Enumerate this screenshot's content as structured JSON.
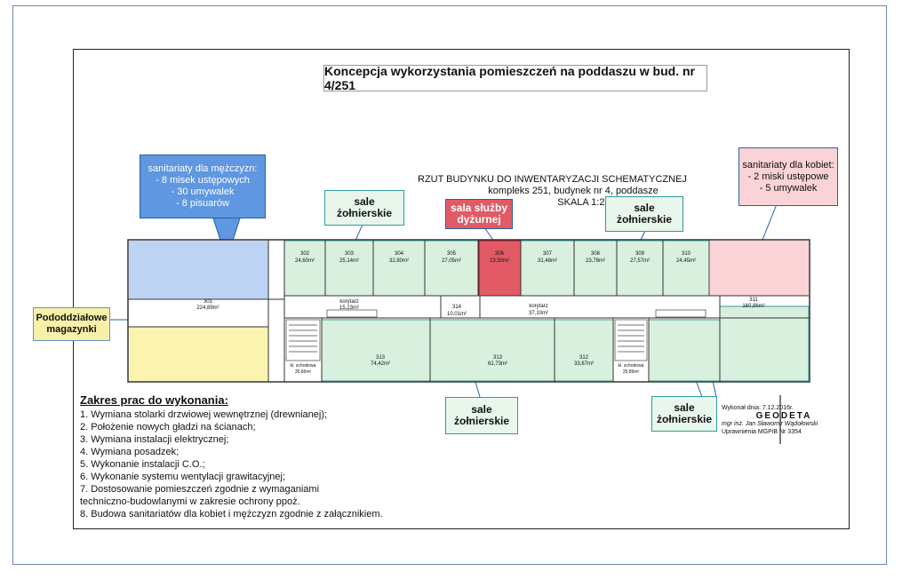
{
  "title": "Koncepcja wykorzystania pomieszczeń na poddaszu w bud. nr 4/251",
  "plan_header": {
    "line1": "RZUT BUDYNKU DO INWENTARYZACJI SCHEMATYCZNEJ",
    "line2": "kompleks 251, budynek nr 4, poddasze",
    "line3": "SKALA 1:200"
  },
  "callouts": {
    "men_sanitary": [
      "sanitariaty dla mężczyzn:",
      "- 8 misek ustępowych",
      "- 30 umywalek",
      "- 8 pisuarów"
    ],
    "women_sanitary": [
      "sanitariaty dla kobiet:",
      "- 2 miski ustępowe",
      "- 5 umywalek"
    ],
    "sala_zolnierskie": [
      "sale",
      "żołnierskie"
    ],
    "sala_sluzby": [
      "sala służby",
      "dyżurnej"
    ],
    "storage": [
      "Pododdziałowe",
      "magazynki"
    ]
  },
  "rooms": {
    "r302": [
      "302",
      "24,60m²"
    ],
    "r303": [
      "303",
      "25,14m²"
    ],
    "r304": [
      "304",
      "32,80m²"
    ],
    "r305": [
      "305",
      "27,05m²"
    ],
    "r306": [
      "306",
      "23,50m²"
    ],
    "r307": [
      "307",
      "31,48m²"
    ],
    "r308": [
      "308",
      "23,78m²"
    ],
    "r309": [
      "309",
      "27,57m²"
    ],
    "r310": [
      "310",
      "24,45m²"
    ],
    "r301": [
      "301",
      "224,89m²"
    ],
    "r311": [
      "311",
      "160,86m²"
    ],
    "r313a": [
      "313",
      "74,42m²"
    ],
    "r313b": [
      "313",
      "62,73m²"
    ],
    "r312": [
      "312",
      "33,67m²"
    ],
    "r314": [
      "314",
      "10,01m²"
    ],
    "korytarz1": [
      "korytarz",
      "15,23m²"
    ],
    "korytarz2": [
      "korytarz",
      "37,10m²"
    ],
    "schodowa1": [
      "kl. schodowa",
      "30,66m²"
    ],
    "schodowa2": [
      "kl. schodowa",
      "25,89m²"
    ]
  },
  "scope": {
    "heading": "Zakres prac do wykonania:",
    "items": [
      "1. Wymiana stolarki drzwiowej wewnętrznej (drewnianej);",
      "2. Położenie nowych gładzi na ścianach;",
      "3. Wymiana instalacji elektrycznej;",
      "4. Wymiana posadzek;",
      "5. Wykonanie instalacji C.O.;",
      "6. Wykonanie systemu wentylacji grawitacyjnej;",
      "7. Dostosowanie pomieszczeń zgodnie z wymaganiami",
      "techniczno-budowlanymi w zakresie ochrony ppoż.",
      "8. Budowa sanitariatów dla kobiet i mężczyzn zgodnie z załącznikiem."
    ]
  },
  "stamp": {
    "date": "Wykonał dnia: 7.12.2016r.",
    "company": "GEODETA",
    "name": "mgr inż. Jan Sławomir Wądołowski",
    "license": "Uprawnienia MGPiB Nr 3354"
  },
  "colors": {
    "green": "#d8f0dd",
    "blue": "#5f97e0",
    "red": "#e25a66",
    "pink": "#f9d3d6",
    "yellow": "#f7f0a8"
  }
}
